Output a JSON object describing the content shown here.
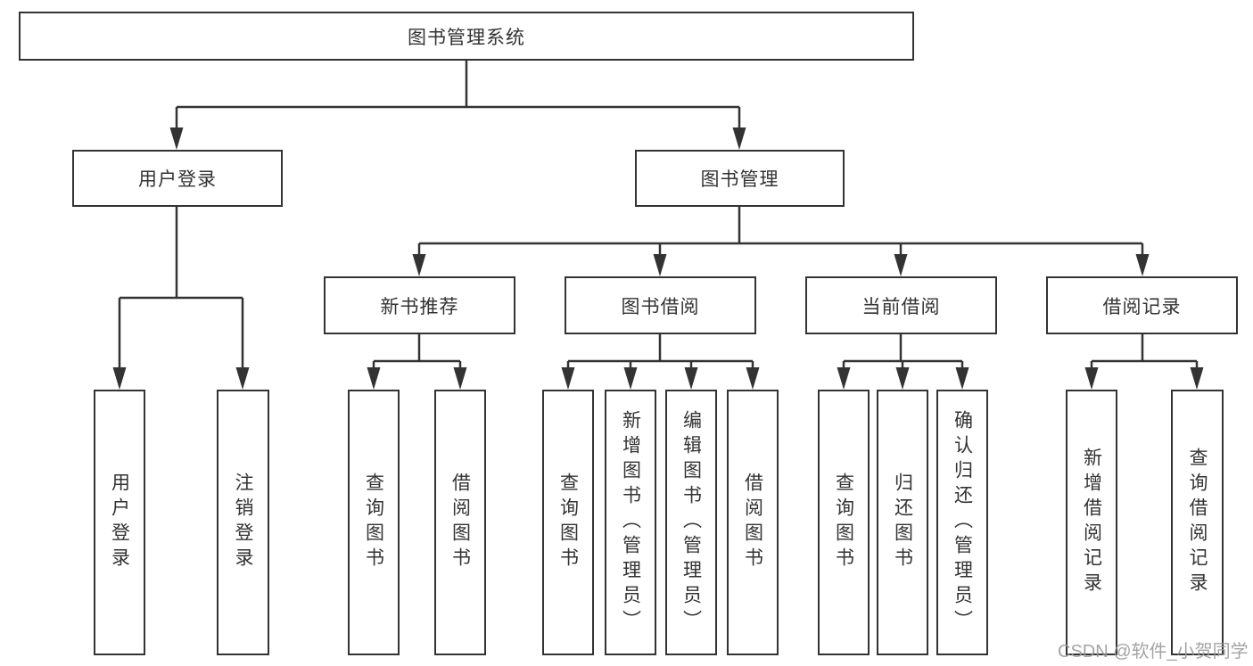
{
  "colors": {
    "line": "#333333",
    "box_border": "#333333",
    "text": "#333333",
    "watermark": "#9a9a9a",
    "background": "#ffffff"
  },
  "diagram": {
    "root": {
      "label": "图书管理系统"
    },
    "level2": [
      {
        "id": "user-login",
        "label": "用户登录"
      },
      {
        "id": "book-management",
        "label": "图书管理"
      }
    ],
    "level3": [
      {
        "id": "new-book-recommend",
        "label": "新书推荐"
      },
      {
        "id": "book-borrowing",
        "label": "图书借阅"
      },
      {
        "id": "current-borrowing",
        "label": "当前借阅"
      },
      {
        "id": "borrowing-records",
        "label": "借阅记录"
      }
    ],
    "leaves": [
      {
        "id": "user-login",
        "label": "用户登录"
      },
      {
        "id": "logout",
        "label": "注销登录"
      },
      {
        "id": "query-books-recommend",
        "label": "查询图书"
      },
      {
        "id": "borrow-books-recommend",
        "label": "借阅图书"
      },
      {
        "id": "query-books-borrowing",
        "label": "查询图书"
      },
      {
        "id": "add-books-admin",
        "label": "新增图书（管理员）"
      },
      {
        "id": "edit-books-admin",
        "label": "编辑图书（管理员）"
      },
      {
        "id": "borrow-books-borrowing",
        "label": "借阅图书"
      },
      {
        "id": "query-books-current",
        "label": "查询图书"
      },
      {
        "id": "return-books",
        "label": "归还图书"
      },
      {
        "id": "confirm-return-admin",
        "label": "确认归还（管理员）"
      },
      {
        "id": "add-borrow-record",
        "label": "新增借阅记录"
      },
      {
        "id": "query-borrow-record",
        "label": "查询借阅记录"
      }
    ]
  },
  "watermark": {
    "text": "CSDN @软件_小贺同学"
  }
}
